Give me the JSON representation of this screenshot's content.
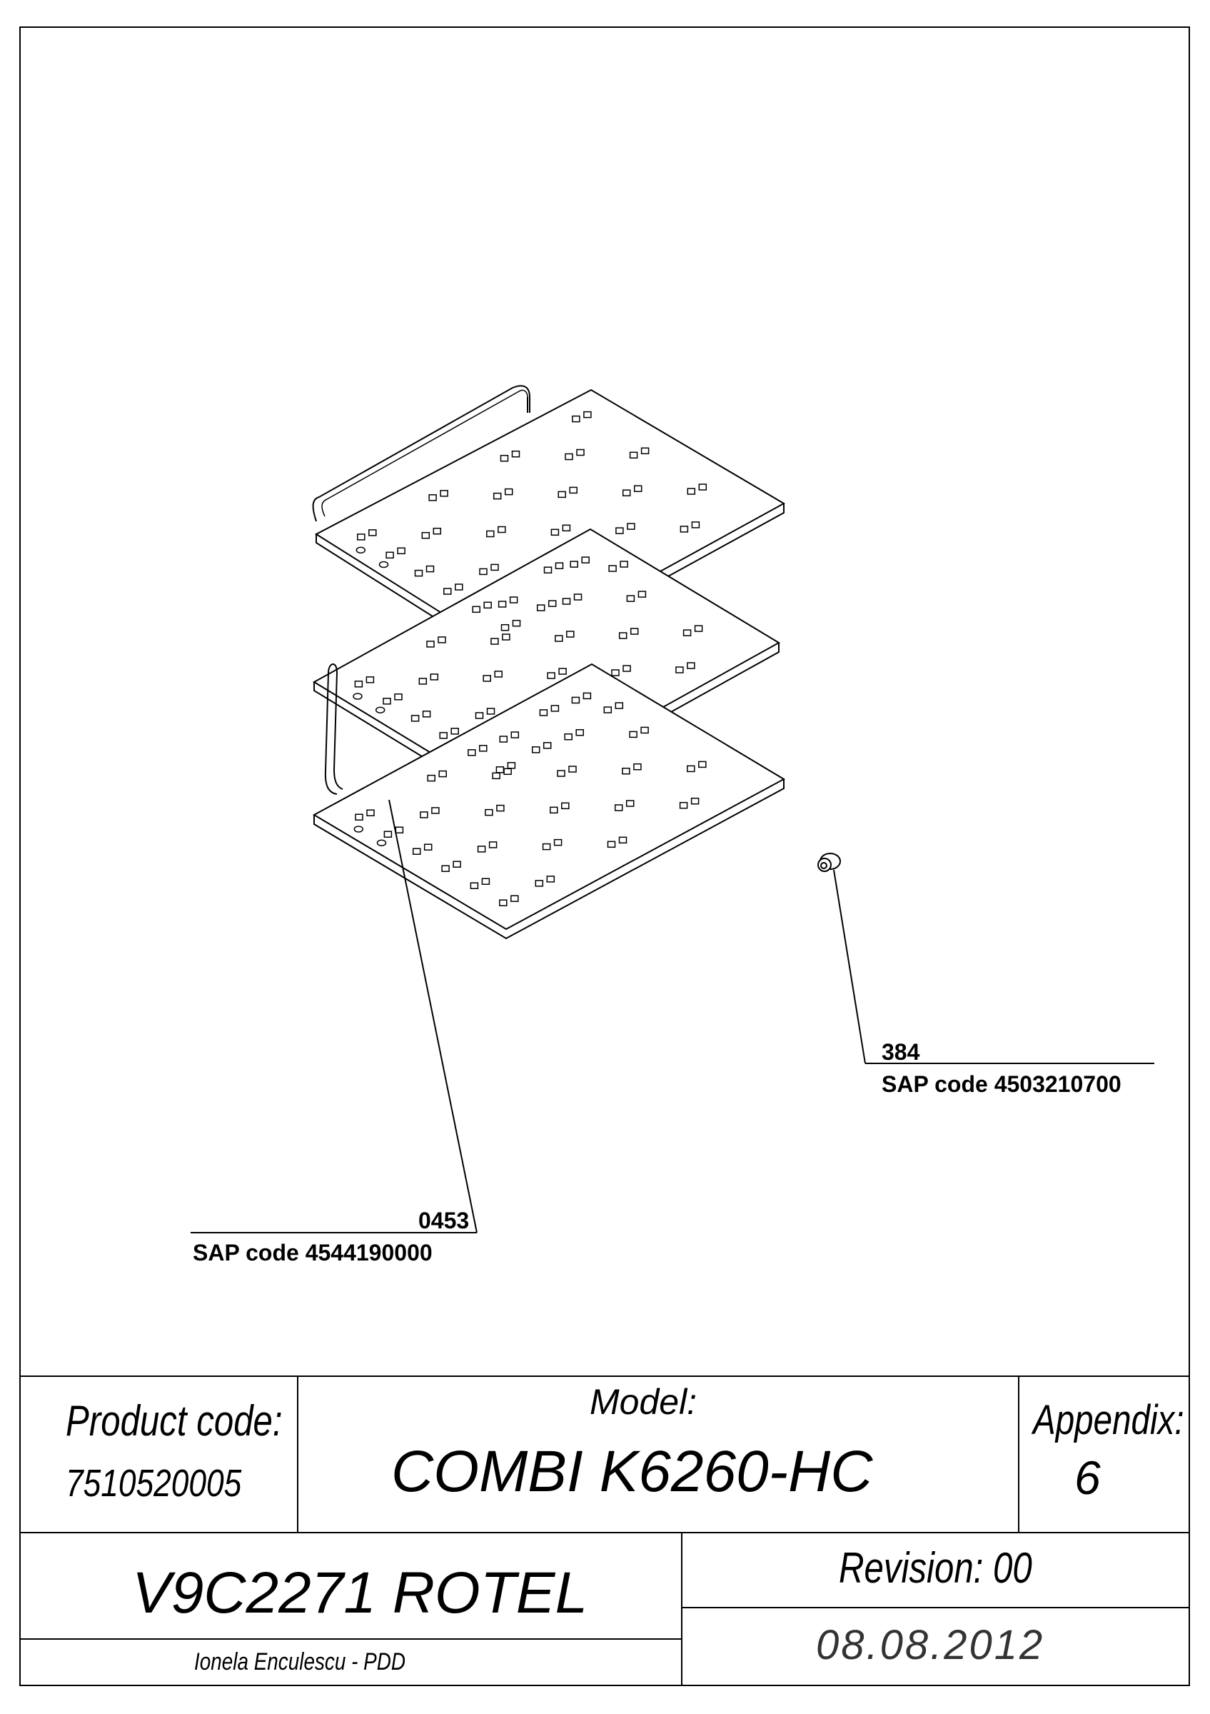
{
  "callouts": {
    "part_a": {
      "number": "384",
      "sap": "SAP code 4503210700"
    },
    "part_b": {
      "number": "0453",
      "sap": "SAP code 4544190000"
    }
  },
  "title_block": {
    "product_code_label": "Product code:",
    "product_code_value": "7510520005",
    "model_label": "Model:",
    "model_value": "COMBI K6260-HC",
    "appendix_label": "Appendix:",
    "appendix_value": "6",
    "drawing_name": "V9C2271 ROTEL",
    "revision": "Revision: 00",
    "author": "Ionela Enculescu - PDD",
    "date": "08.08.2012"
  }
}
